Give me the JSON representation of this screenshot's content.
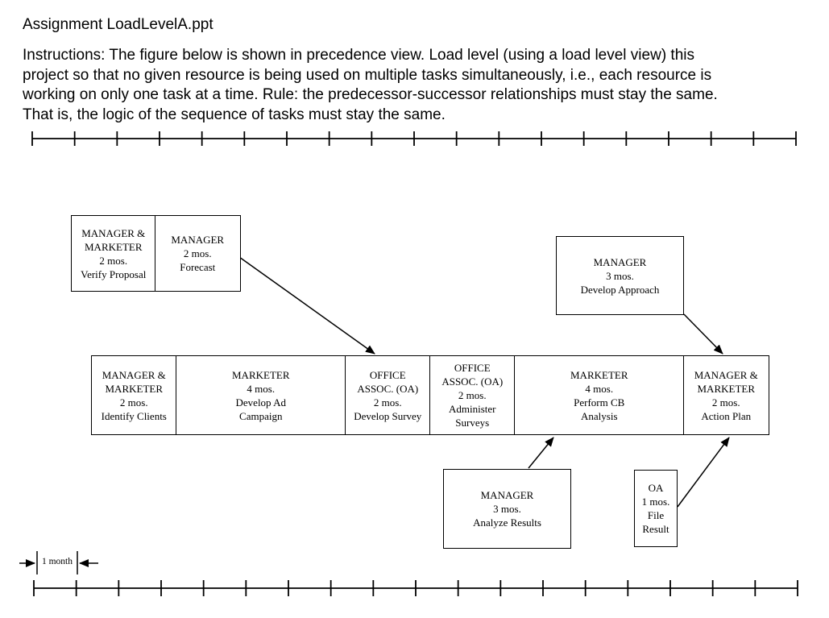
{
  "page": {
    "title": "Assignment LoadLevelA.ppt",
    "instructions_lines": [
      "Instructions: The figure below is shown in precedence view. Load level (using a load level view) this",
      "project so that no given resource is being used on multiple tasks simultaneously, i.e., each resource is",
      "working on only one task at a time. Rule: the predecessor-successor relationships must stay the same.",
      "That is, the logic of the sequence of tasks must stay the same."
    ]
  },
  "timeline": {
    "tick_count": 19,
    "legend_label": "1 month"
  },
  "colors": {
    "line": "#000000",
    "text": "#000000",
    "background": "#ffffff"
  },
  "boxes": {
    "verify_proposal": {
      "resource": "MANAGER & MARKETER",
      "duration": "2 mos.",
      "task": "Verify Proposal",
      "lines": [
        "MANAGER &",
        "MARKETER",
        "2 mos.",
        "Verify Proposal"
      ]
    },
    "forecast": {
      "resource": "MANAGER",
      "duration": "2 mos.",
      "task": "Forecast",
      "lines": [
        "MANAGER",
        "2 mos.",
        "Forecast"
      ]
    },
    "develop_approach": {
      "resource": "MANAGER",
      "duration": "3 mos.",
      "task": "Develop Approach",
      "lines": [
        "MANAGER",
        "3 mos.",
        "Develop Approach"
      ]
    },
    "identify_clients": {
      "resource": "MANAGER & MARKETER",
      "duration": "2 mos.",
      "task": "Identify Clients",
      "lines": [
        "MANAGER &",
        "MARKETER",
        "2 mos.",
        "Identify Clients"
      ]
    },
    "develop_ad_campaign": {
      "resource": "MARKETER",
      "duration": "4 mos.",
      "task": "Develop Ad Campaign",
      "lines": [
        "MARKETER",
        "4 mos.",
        "Develop Ad",
        "Campaign"
      ]
    },
    "develop_survey": {
      "resource": "OFFICE ASSOC. (OA)",
      "duration": "2 mos.",
      "task": "Develop Survey",
      "lines": [
        "OFFICE",
        "ASSOC. (OA)",
        "2 mos.",
        "Develop Survey"
      ]
    },
    "administer_surveys": {
      "resource": "OFFICE ASSOC. (OA)",
      "duration": "2 mos.",
      "task": "Administer Surveys",
      "lines": [
        "OFFICE",
        "ASSOC. (OA)",
        "2 mos.",
        "Administer",
        "Surveys"
      ]
    },
    "perform_cb_analysis": {
      "resource": "MARKETER",
      "duration": "4 mos.",
      "task": "Perform CB Analysis",
      "lines": [
        "MARKETER",
        "4 mos.",
        "Perform CB",
        "Analysis"
      ]
    },
    "action_plan": {
      "resource": "MANAGER & MARKETER",
      "duration": "2 mos.",
      "task": "Action Plan",
      "lines": [
        "MANAGER &",
        "MARKETER",
        "2 mos.",
        "Action Plan"
      ]
    },
    "analyze_results": {
      "resource": "MANAGER",
      "duration": "3 mos.",
      "task": "Analyze Results",
      "lines": [
        "MANAGER",
        "3 mos.",
        "Analyze Results"
      ]
    },
    "file_result": {
      "resource": "OA",
      "duration": "1 mos.",
      "task": "File Result",
      "lines": [
        "OA",
        "1 mos.",
        "File",
        "Result"
      ]
    }
  }
}
